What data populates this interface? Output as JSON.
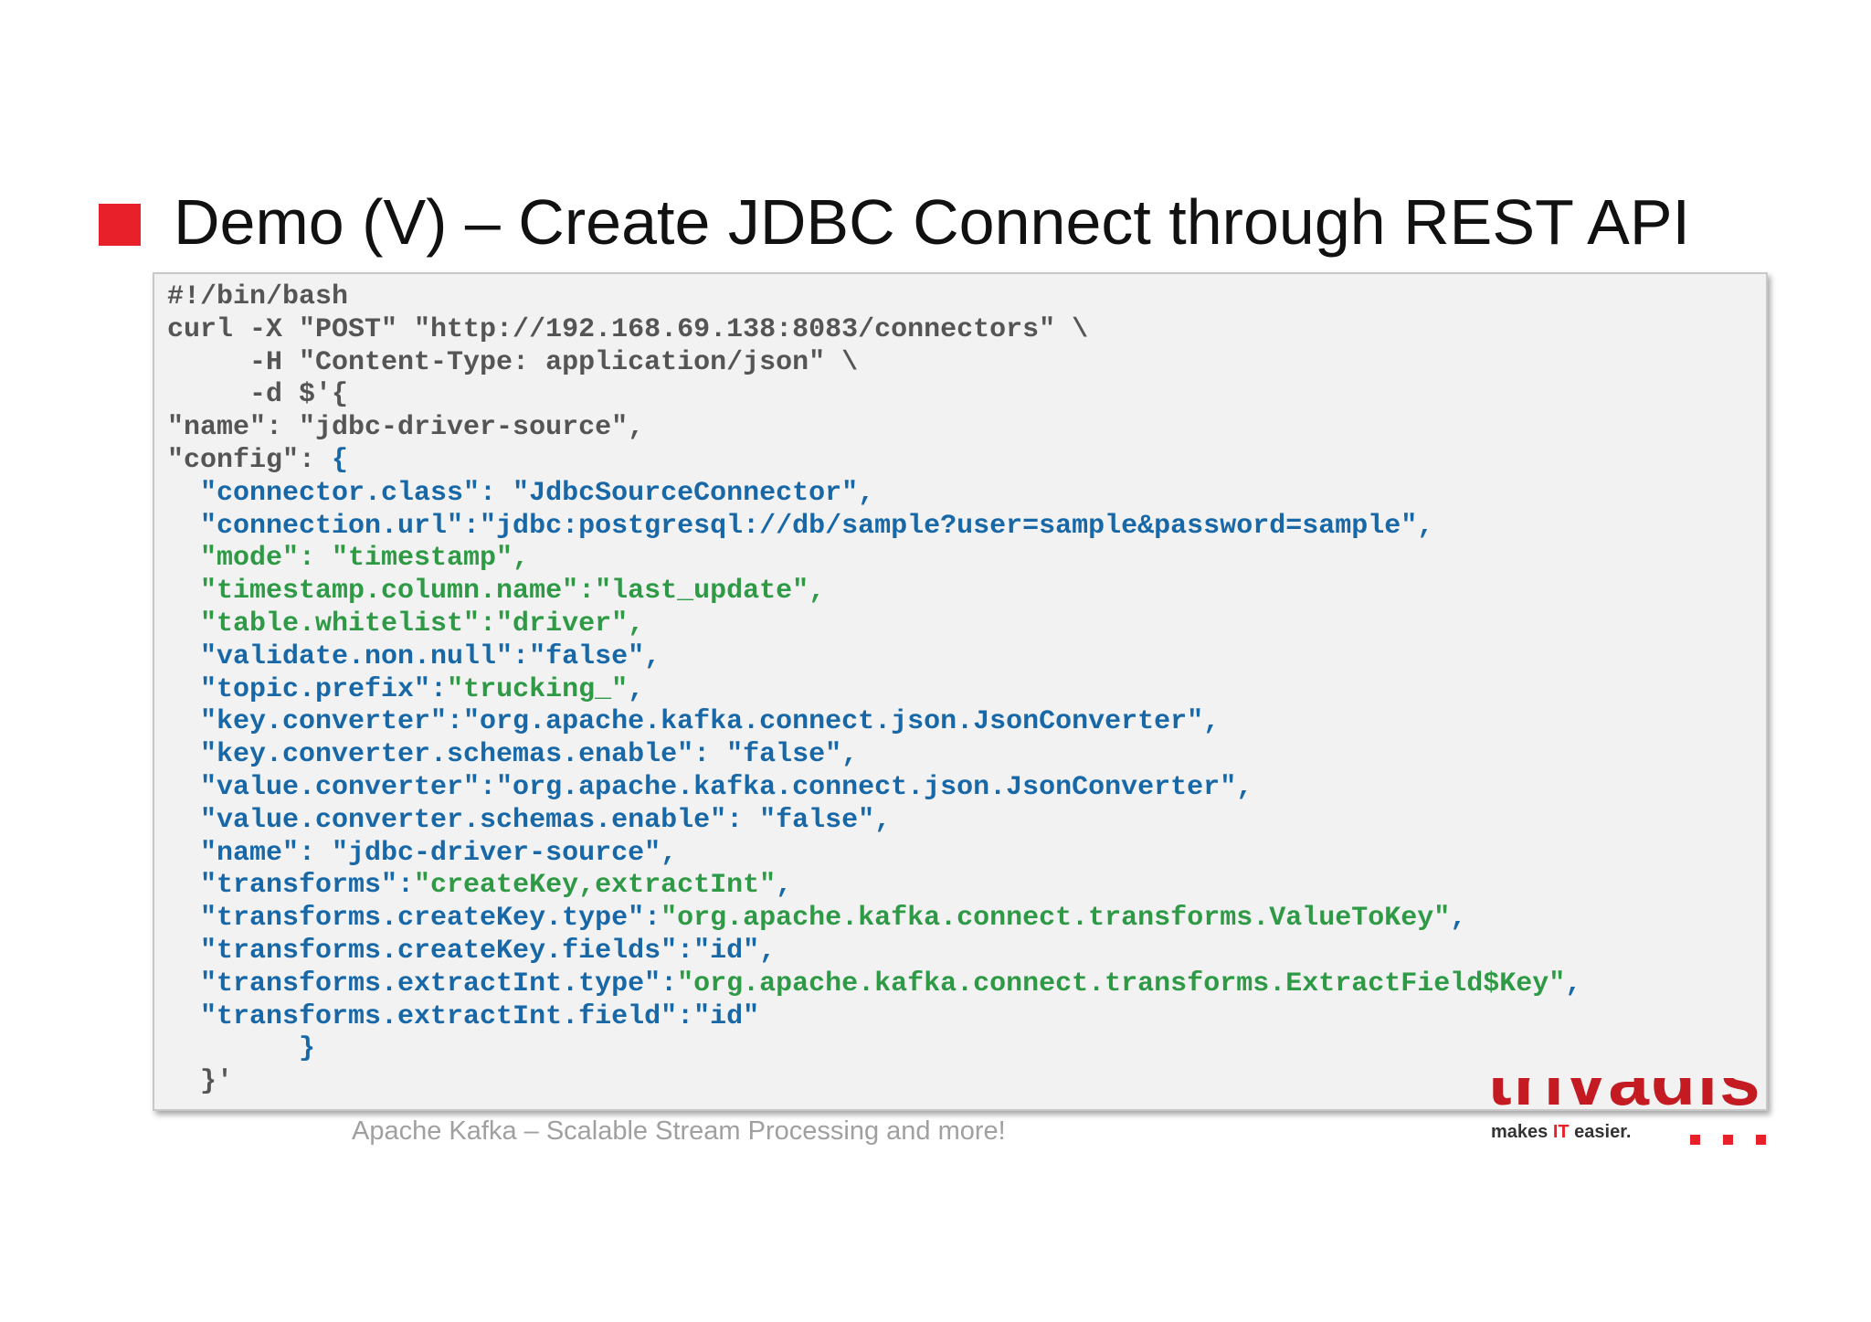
{
  "slide": {
    "title": "Demo (V) – Create JDBC Connect through REST API",
    "footer": "Apache Kafka – Scalable Stream Processing and more!",
    "logo": {
      "wordmark": "trivadis",
      "tagline_pre": "makes ",
      "tagline_it": "IT",
      "tagline_post": " easier.",
      "brand_color": "#e8202a"
    }
  },
  "code": {
    "colors": {
      "default": "#555555",
      "key": "#1868a8",
      "value": "#2f9a46",
      "background": "#f2f2f2"
    },
    "lines": [
      [
        {
          "t": "#!/bin/bash",
          "c": "gray"
        }
      ],
      [
        {
          "t": "curl -X \"POST\" \"http://192.168.69.138:8083/connectors\" \\",
          "c": "gray"
        }
      ],
      [
        {
          "t": "     -H \"Content-Type: application/json\" \\",
          "c": "gray"
        }
      ],
      [
        {
          "t": "     -d $'{",
          "c": "gray"
        }
      ],
      [
        {
          "t": "\"name\": \"jdbc-driver-source\",",
          "c": "gray"
        }
      ],
      [
        {
          "t": "\"config\": ",
          "c": "gray"
        },
        {
          "t": "{",
          "c": "blue"
        }
      ],
      [
        {
          "t": "  \"connector.class\": \"JdbcSourceConnector\",",
          "c": "blue"
        }
      ],
      [
        {
          "t": "  \"connection.url\":\"jdbc:postgresql://db/sample?user=sample&password=sample\",",
          "c": "blue"
        }
      ],
      [
        {
          "t": "  \"mode\": \"timestamp\",",
          "c": "green"
        }
      ],
      [
        {
          "t": "  \"timestamp.column.name\":\"last_update\",",
          "c": "green"
        }
      ],
      [
        {
          "t": "  \"table.whitelist\":\"driver\",",
          "c": "green"
        }
      ],
      [
        {
          "t": "  \"validate.non.null\":\"false\",",
          "c": "blue"
        }
      ],
      [
        {
          "t": "  \"topic.prefix\":",
          "c": "blue"
        },
        {
          "t": "\"trucking_\"",
          "c": "green"
        },
        {
          "t": ",",
          "c": "blue"
        }
      ],
      [
        {
          "t": "  \"key.converter\":\"org.apache.kafka.connect.json.JsonConverter\",",
          "c": "blue"
        }
      ],
      [
        {
          "t": "  \"key.converter.schemas.enable\": \"false\",",
          "c": "blue"
        }
      ],
      [
        {
          "t": "  \"value.converter\":\"org.apache.kafka.connect.json.JsonConverter\",",
          "c": "blue"
        }
      ],
      [
        {
          "t": "  \"value.converter.schemas.enable\": \"false\",",
          "c": "blue"
        }
      ],
      [
        {
          "t": "  \"name\": \"jdbc-driver-source\",",
          "c": "blue"
        }
      ],
      [
        {
          "t": "  \"transforms\":",
          "c": "blue"
        },
        {
          "t": "\"createKey,extractInt\"",
          "c": "green"
        },
        {
          "t": ",",
          "c": "blue"
        }
      ],
      [
        {
          "t": "  \"transforms.createKey.type\":",
          "c": "blue"
        },
        {
          "t": "\"org.apache.kafka.connect.transforms.ValueToKey\"",
          "c": "green"
        },
        {
          "t": ",",
          "c": "blue"
        }
      ],
      [
        {
          "t": "  \"transforms.createKey.fields\":\"id\",",
          "c": "blue"
        }
      ],
      [
        {
          "t": "  \"transforms.extractInt.type\":",
          "c": "blue"
        },
        {
          "t": "\"org.apache.kafka.connect.transforms.ExtractField$Key\"",
          "c": "green"
        },
        {
          "t": ",",
          "c": "blue"
        }
      ],
      [
        {
          "t": "  \"transforms.extractInt.field\":\"id\"",
          "c": "blue"
        }
      ],
      [
        {
          "t": "        }",
          "c": "blue"
        }
      ],
      [
        {
          "t": "  }'",
          "c": "gray"
        }
      ]
    ]
  }
}
